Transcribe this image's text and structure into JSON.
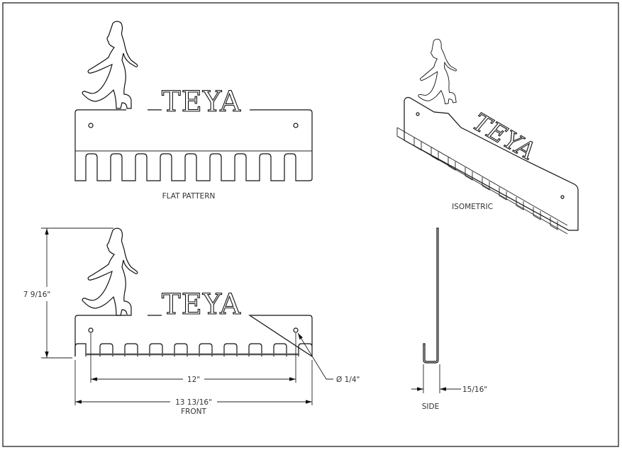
{
  "drawing": {
    "name_text": "TEYA",
    "views": {
      "flat_pattern": "FLAT PATTERN",
      "isometric": "ISOMETRIC",
      "front": "FRONT",
      "side": "SIDE"
    },
    "dimensions": {
      "height": "7 9/16\"",
      "hole_spacing": "12\"",
      "overall_width": "13 13/16\"",
      "hole_diameter": "Ø 1/4\"",
      "depth": "15/16\""
    }
  }
}
